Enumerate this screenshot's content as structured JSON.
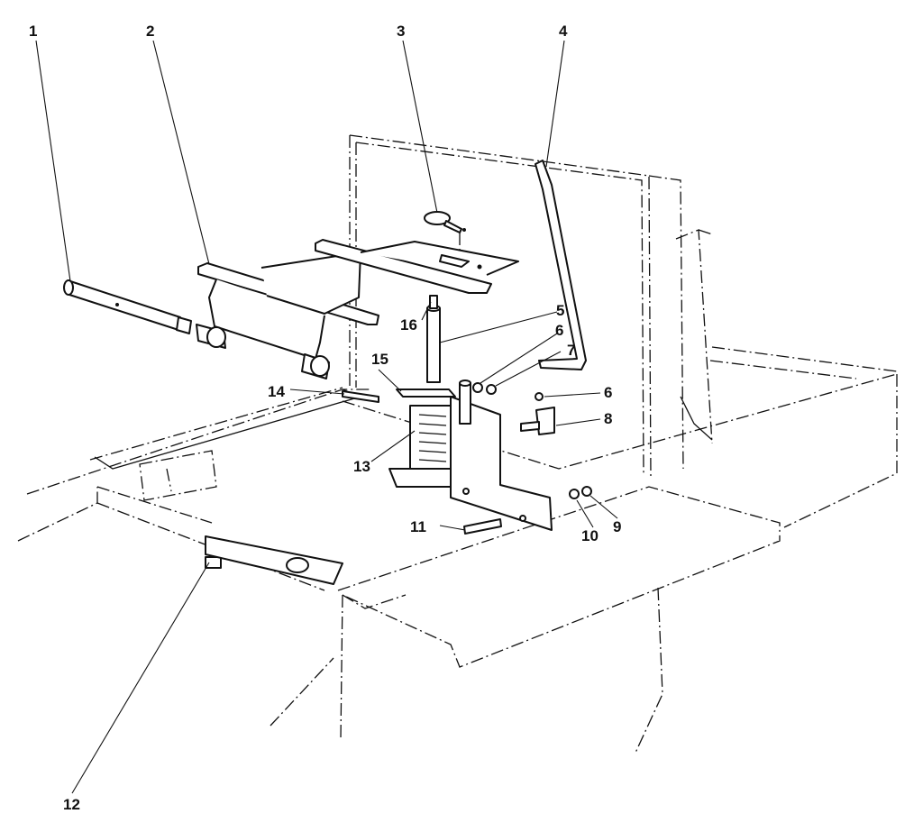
{
  "callouts": [
    {
      "id": "1",
      "text": "1"
    },
    {
      "id": "2",
      "text": "2"
    },
    {
      "id": "3",
      "text": "3"
    },
    {
      "id": "4",
      "text": "4"
    },
    {
      "id": "5",
      "text": "5"
    },
    {
      "id": "6a",
      "text": "6"
    },
    {
      "id": "7",
      "text": "7"
    },
    {
      "id": "6b",
      "text": "6"
    },
    {
      "id": "8",
      "text": "8"
    },
    {
      "id": "9",
      "text": "9"
    },
    {
      "id": "10",
      "text": "10"
    },
    {
      "id": "11",
      "text": "11"
    },
    {
      "id": "12",
      "text": "12"
    },
    {
      "id": "13",
      "text": "13"
    },
    {
      "id": "14",
      "text": "14"
    },
    {
      "id": "15",
      "text": "15"
    },
    {
      "id": "16",
      "text": "16"
    }
  ]
}
